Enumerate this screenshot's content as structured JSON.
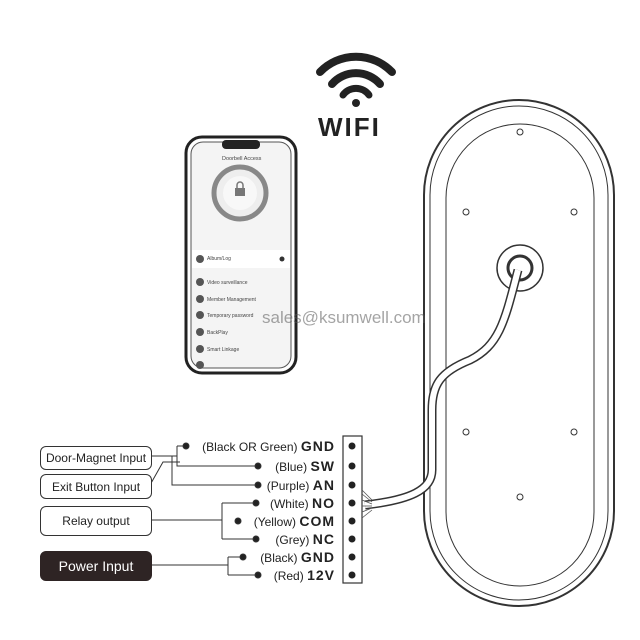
{
  "wifi": {
    "label": "WIFI",
    "icon": "wifi-icon"
  },
  "phone": {
    "title": "Doorbell Access",
    "menu_items": [
      "Album/Log",
      "Video surveillance",
      "Member Management",
      "Temporary password",
      "BackPlay",
      "Smart Linkage"
    ]
  },
  "watermark": "sales@ksumwell.com",
  "boxes": {
    "door_magnet": "Door-Magnet Input",
    "exit_button": "Exit Button Input",
    "relay": "Relay output",
    "power": "Power Input"
  },
  "wires": [
    {
      "color": "(Black OR Green)",
      "pin": "GND"
    },
    {
      "color": "(Blue)",
      "pin": "SW"
    },
    {
      "color": "(Purple)",
      "pin": "AN"
    },
    {
      "color": "(White)",
      "pin": "NO"
    },
    {
      "color": "(Yellow)",
      "pin": "COM"
    },
    {
      "color": "(Grey)",
      "pin": "NC"
    },
    {
      "color": "(Black)",
      "pin": "GND"
    },
    {
      "color": "(Red)",
      "pin": "12V"
    }
  ],
  "colors": {
    "power_box": "#2e2424",
    "line": "#333333"
  }
}
